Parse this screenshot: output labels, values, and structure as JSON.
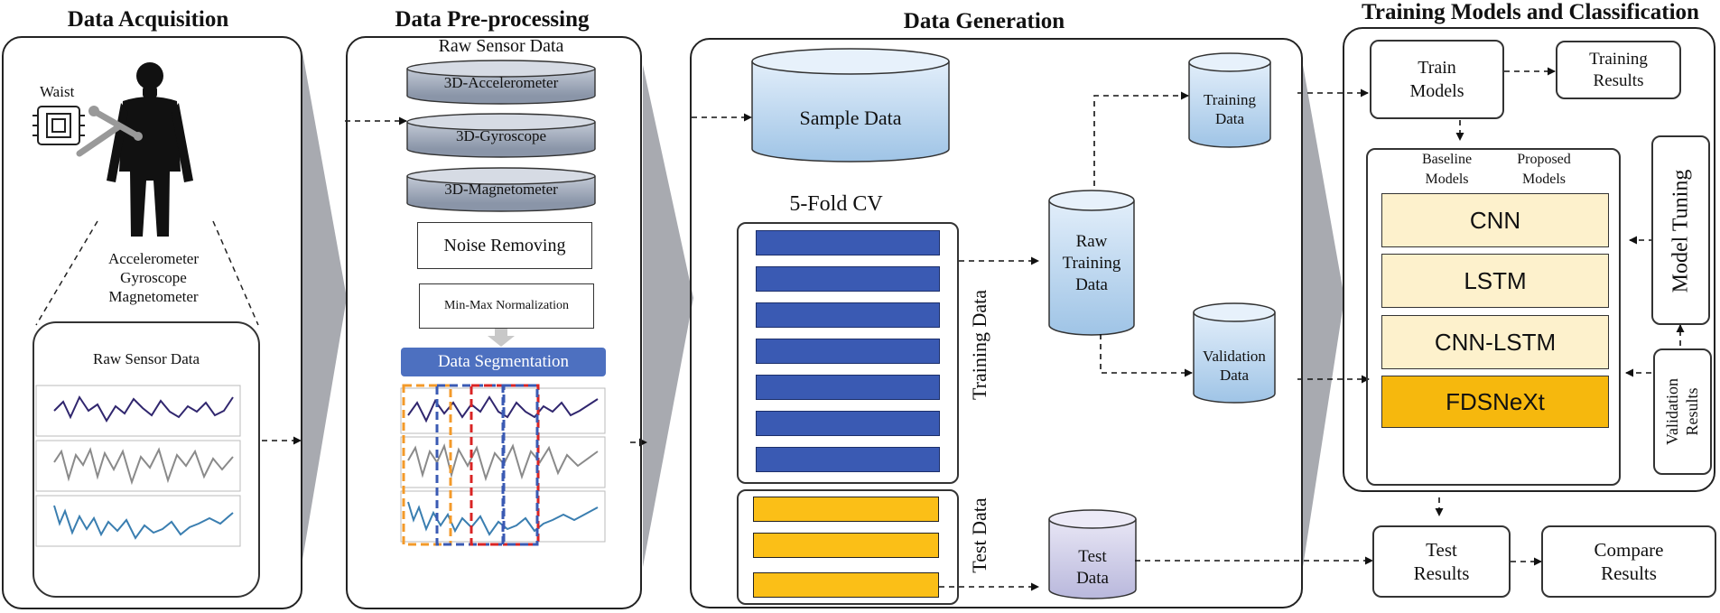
{
  "sections": {
    "acquisition": "Data Acquisition",
    "preprocessing": "Data Pre-processing",
    "generation": "Data Generation",
    "training": "Training Models and Classification"
  },
  "acquisition": {
    "waist": "Waist",
    "sensors": [
      "Accelerometer",
      "Gyroscope",
      "Magnetometer"
    ],
    "raw_title": "Raw Sensor Data"
  },
  "preprocessing": {
    "raw_title": "Raw Sensor Data",
    "accelerometer": "3D-Accelerometer",
    "gyroscope": "3D-Gyroscope",
    "magnetometer": "3D-Magnetometer",
    "noise": "Noise Removing",
    "norm": "Min-Max Normalization",
    "segmentation": "Data Segmentation"
  },
  "generation": {
    "sample": "Sample Data",
    "cv": "5-Fold CV",
    "training_data": "Training Data",
    "test_data": "Test Data",
    "raw_training": [
      "Raw",
      "Training",
      "Data"
    ],
    "training_cyl": [
      "Training",
      "Data"
    ],
    "validation_cyl": [
      "Validation",
      "Data"
    ],
    "test_cyl": [
      "Test",
      "Data"
    ]
  },
  "training": {
    "train_models": [
      "Train",
      "Models"
    ],
    "training_results": [
      "Training",
      "Results"
    ],
    "baseline": [
      "Baseline",
      "Models"
    ],
    "proposed": [
      "Proposed",
      "Models"
    ],
    "models": [
      "CNN",
      "LSTM",
      "CNN-LSTM",
      "FDSNeXt"
    ],
    "model_tuning": "Model Tuning",
    "validation_results": [
      "Validation",
      "Results"
    ],
    "test_results": [
      "Test",
      "Results"
    ],
    "compare_results": [
      "Compare",
      "Results"
    ]
  },
  "colors": {
    "cv_blue": "#3a5ab3",
    "test_yellow": "#fbbf17",
    "model_cream": "#fdf1cc",
    "model_highlight": "#f6b80d",
    "segmentation_blue": "#4d70c0",
    "cylinder_gray": "#9aa5b8",
    "cylinder_blue": "#b5d2ec",
    "arrow_gray": "#a8aab0"
  }
}
